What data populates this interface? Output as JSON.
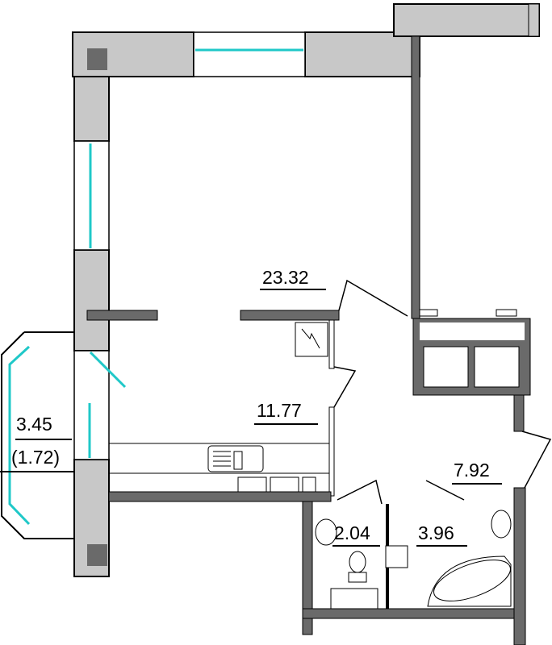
{
  "plan": {
    "colors": {
      "wall": "#c8c8c8",
      "wall_dark": "#6a6a6a",
      "glass": "#1fc8c8",
      "line": "#000000"
    },
    "rooms": [
      {
        "id": "living",
        "area": "23.32"
      },
      {
        "id": "kitchen",
        "area": "11.77"
      },
      {
        "id": "balcony",
        "area": "3.45",
        "area_reduced": "(1.72)"
      },
      {
        "id": "hall",
        "area": "7.92"
      },
      {
        "id": "wc",
        "area": "2.04"
      },
      {
        "id": "bathroom",
        "area": "3.96"
      }
    ]
  }
}
